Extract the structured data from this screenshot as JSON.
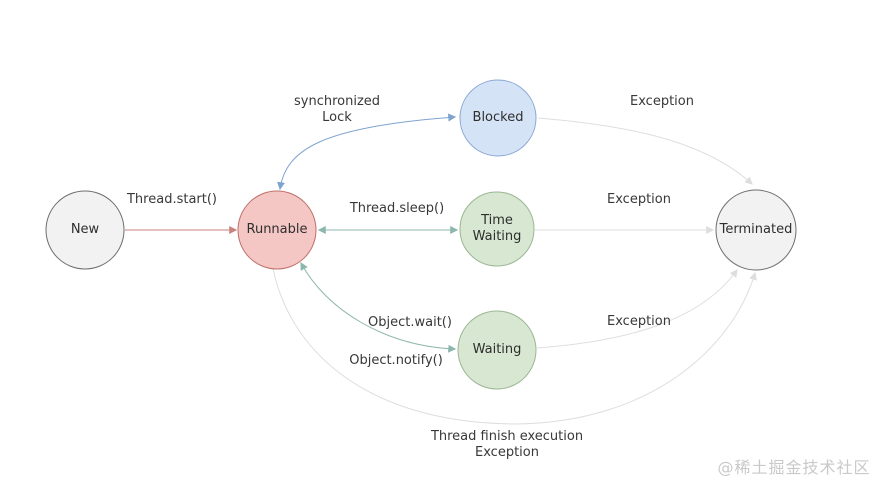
{
  "diagram": {
    "type": "state-diagram",
    "subject": "Java thread lifecycle states",
    "nodes": {
      "new": {
        "label": "New",
        "fill": "#f2f2f2",
        "stroke": "#6e6e6e"
      },
      "runnable": {
        "label": "Runnable",
        "fill": "#f4c7c5",
        "stroke": "#c06f6a"
      },
      "blocked": {
        "label": "Blocked",
        "fill": "#d5e3f6",
        "stroke": "#8aa7d3"
      },
      "time_waiting": {
        "label": "Time Waiting",
        "fill": "#d7e7d1",
        "stroke": "#9ab793"
      },
      "waiting": {
        "label": "Waiting",
        "fill": "#d7e7d1",
        "stroke": "#9ab793"
      },
      "terminated": {
        "label": "Terminated",
        "fill": "#f2f2f2",
        "stroke": "#6e6e6e"
      }
    },
    "transitions": [
      {
        "from": "New",
        "to": "Runnable",
        "label": "Thread.start()",
        "bidirectional": false
      },
      {
        "from": "Runnable",
        "to": "Blocked",
        "label": "synchronized Lock",
        "label_line1": "synchronized",
        "label_line2": "Lock",
        "bidirectional": true
      },
      {
        "from": "Runnable",
        "to": "Time Waiting",
        "label": "Thread.sleep()",
        "bidirectional": true
      },
      {
        "from": "Runnable",
        "to": "Waiting",
        "label": "Object.wait()",
        "bidirectional": true
      },
      {
        "from": "Waiting",
        "to": "Runnable",
        "label": "Object.notify()",
        "bidirectional": true
      },
      {
        "from": "Blocked",
        "to": "Terminated",
        "label": "Exception",
        "bidirectional": false
      },
      {
        "from": "Time Waiting",
        "to": "Terminated",
        "label": "Exception",
        "bidirectional": false
      },
      {
        "from": "Waiting",
        "to": "Terminated",
        "label": "Exception",
        "bidirectional": false
      },
      {
        "from": "Runnable",
        "to": "Terminated",
        "label": "Thread finish execution Exception",
        "label_line1": "Thread finish execution",
        "label_line2": "Exception",
        "bidirectional": false
      }
    ],
    "colors": {
      "start_arrow": "#c9837e",
      "lock_arrow": "#7fa3cf",
      "wait_arrow": "#8db6ad",
      "exception_arrow": "#dedede",
      "text": "#383838",
      "watermark": "#c9c9c9"
    },
    "watermark": "@稀土掘金技术社区"
  }
}
